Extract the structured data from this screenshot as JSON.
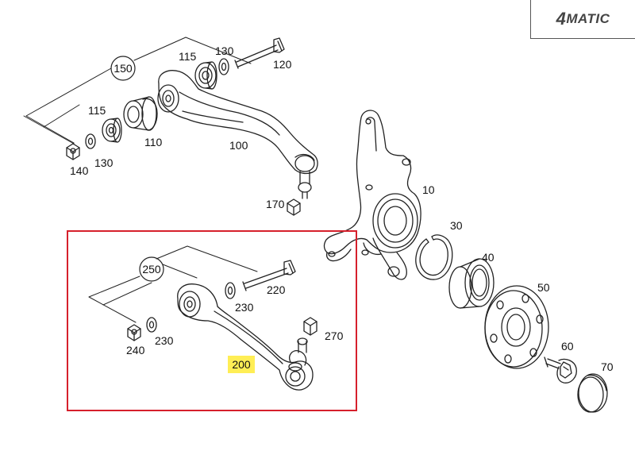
{
  "badge": {
    "prefix": "4",
    "text": "MATIC"
  },
  "highlight": {
    "label": "200",
    "box_color": "#d6202c",
    "fill_color": "#ffee55"
  },
  "group_labels": {
    "g150": "150",
    "g250": "250"
  },
  "labels": {
    "l115a": "115",
    "l130a": "130",
    "l120": "120",
    "l115b": "115",
    "l110": "110",
    "l100": "100",
    "l140": "140",
    "l130b": "130",
    "l170": "170",
    "l10": "10",
    "l30": "30",
    "l40": "40",
    "l50": "50",
    "l60": "60",
    "l70": "70",
    "l220": "220",
    "l230a": "230",
    "l270": "270",
    "l240": "240",
    "l230b": "230"
  }
}
